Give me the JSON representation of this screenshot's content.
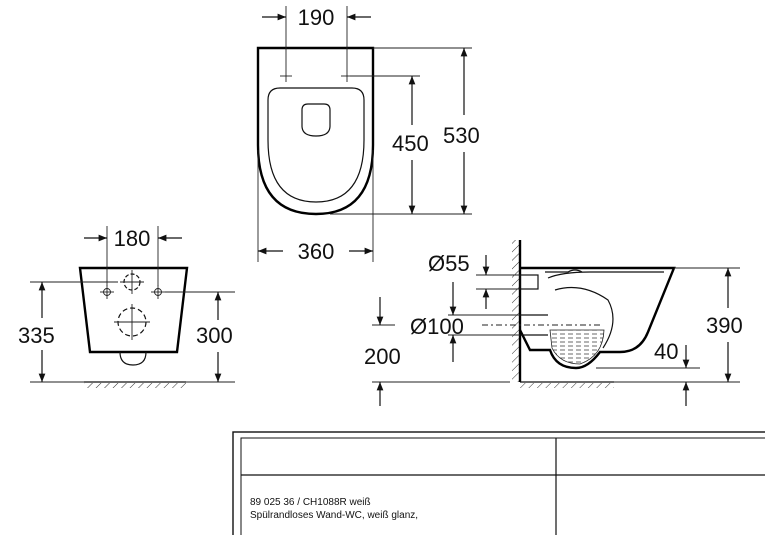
{
  "drawing": {
    "top_view": {
      "dim_bolt_spacing": "190",
      "dim_width": "360",
      "dim_fixing_to_front": "450",
      "dim_length": "530"
    },
    "rear_view": {
      "dim_bolt_spacing": "180",
      "dim_height_total": "335",
      "dim_height_bolts": "300"
    },
    "side_view": {
      "dim_inlet_diameter": "Ø55",
      "dim_outlet_diameter": "Ø100",
      "dim_outlet_height": "200",
      "dim_height": "390",
      "dim_water_level": "40"
    }
  },
  "title_block": {
    "article_line": "89 025 36 / CH1088R weiß",
    "description_line": "Spülrandloses Wand-WC, weiß glanz,"
  }
}
